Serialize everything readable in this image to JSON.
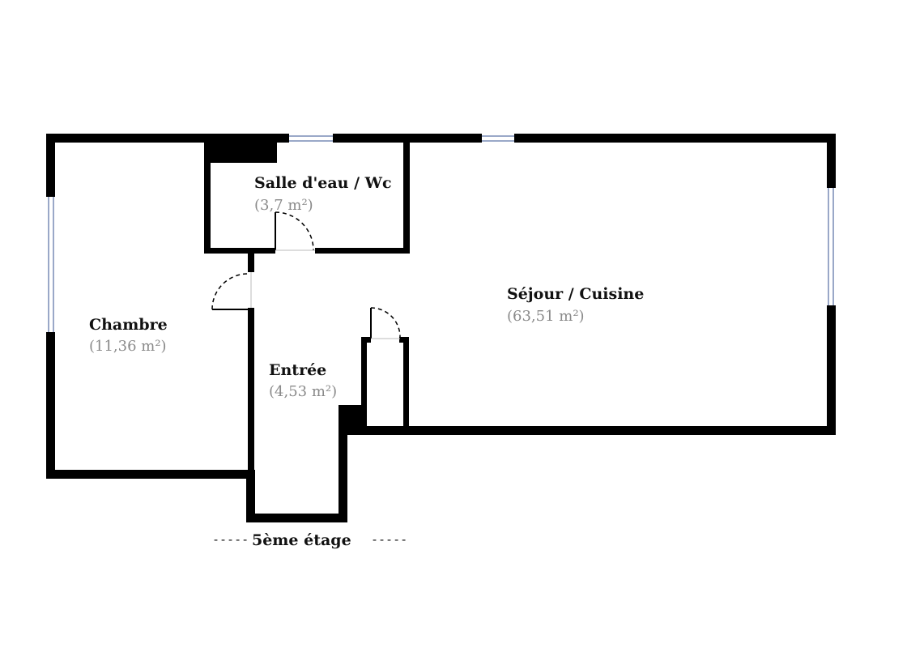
{
  "rooms": {
    "chambre": {
      "name": "Chambre",
      "area": "(11,36 m²)"
    },
    "salle_eau": {
      "name": "Salle d'eau / Wc",
      "area": "(3,7 m²)"
    },
    "sejour": {
      "name": "Séjour / Cuisine",
      "area": "(63,51 m²)"
    },
    "entree": {
      "name": "Entrée",
      "area": "(4,53 m²)"
    }
  },
  "floor": {
    "label": "5ème étage",
    "dash_left": "-----",
    "dash_right": "-----"
  },
  "colors": {
    "wall": "#000000",
    "window": "#9aa8c8",
    "background": "#ffffff",
    "area_text": "#8a8a8a"
  }
}
